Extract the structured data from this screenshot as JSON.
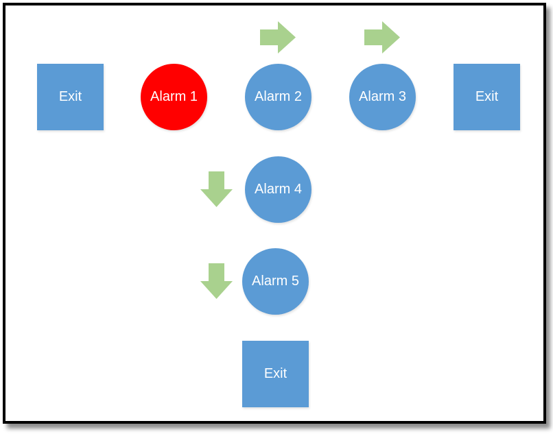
{
  "colors": {
    "node_blue": "#5B9BD5",
    "alarm_active": "#FF0000",
    "arrow_green": "#A9D18E",
    "border": "#000000"
  },
  "nodes": {
    "exit_left": "Exit",
    "alarm_1": "Alarm 1",
    "alarm_2": "Alarm 2",
    "alarm_3": "Alarm 3",
    "exit_right": "Exit",
    "alarm_4": "Alarm 4",
    "alarm_5": "Alarm 5",
    "exit_bottom": "Exit"
  },
  "arrows": [
    {
      "id": "arrow-right-1",
      "direction": "right"
    },
    {
      "id": "arrow-right-2",
      "direction": "right"
    },
    {
      "id": "arrow-down-1",
      "direction": "down"
    },
    {
      "id": "arrow-down-2",
      "direction": "down"
    }
  ]
}
